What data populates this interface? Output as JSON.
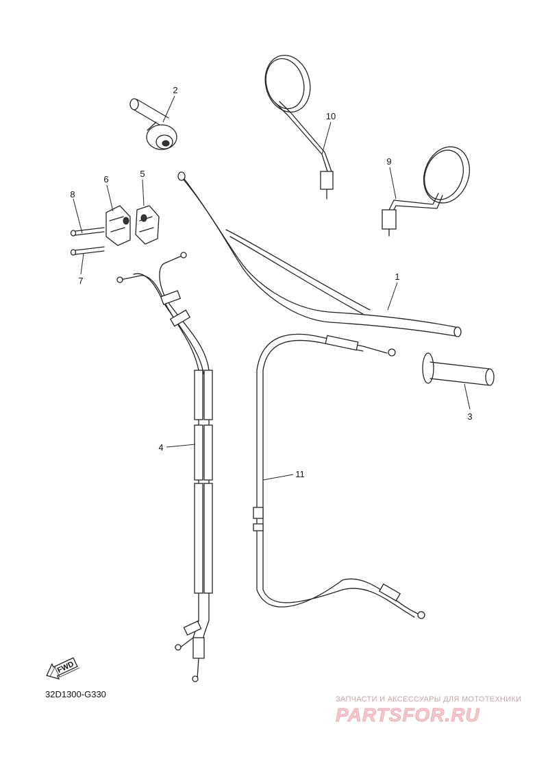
{
  "callouts": [
    "1",
    "2",
    "3",
    "4",
    "5",
    "6",
    "7",
    "8",
    "9",
    "10",
    "11"
  ],
  "diagram_code": "32D1300-G330",
  "fwd_label": "FWD",
  "watermark": {
    "tagline": "ЗАПЧАСТИ И АКСЕССУАРЫ ДЛЯ МОТОТЕХНИКИ",
    "logo": "PARTSFOR.RU"
  }
}
